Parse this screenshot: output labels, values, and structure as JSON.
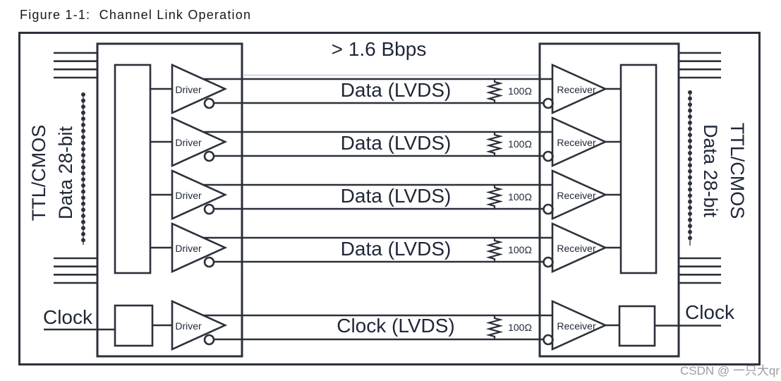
{
  "title": "Figure 1-1:  Channel Link Operation",
  "colors": {
    "diagram_stroke": "#2b303a",
    "label_text": "#1f2737",
    "title_text": "#14181f",
    "watermark_text": "#9d9d9d",
    "artifact_line": "#c6c9cd",
    "background": "#ffffff"
  },
  "diagram": {
    "speed_label": "> 1.6 Bbps",
    "left_bus_label_line1": "TTL/CMOS",
    "left_bus_label_line2": "Data 28-bit",
    "right_bus_label_line1": "TTL/CMOS",
    "right_bus_label_line2": "Data 28-bit",
    "driver_label": "Driver",
    "receiver_label": "Receiver",
    "data_line_label": "Data (LVDS)",
    "clock_line_label": "Clock (LVDS)",
    "termination_label": "100Ω",
    "clock_in_label": "Clock",
    "clock_out_label": "Clock",
    "data_channels": 4,
    "clock_channels": 1
  },
  "watermark": "CSDN @ 一只大qr"
}
